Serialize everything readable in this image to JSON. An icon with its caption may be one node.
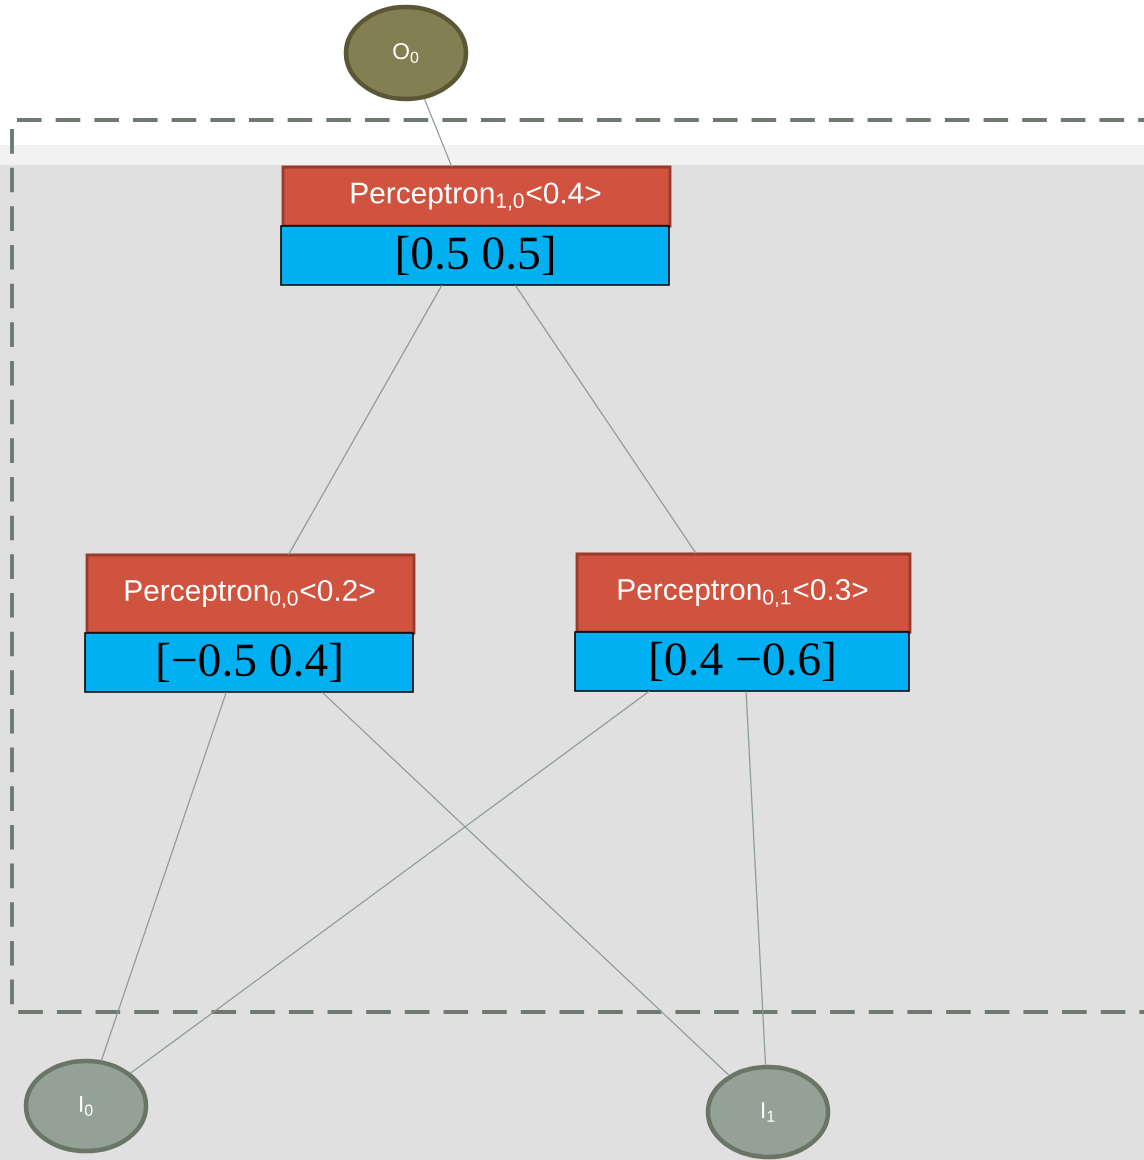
{
  "diagram": {
    "nodes": [
      {
        "text": [
          "O$_{0}$"
        ]
      },
      {
        "text": [
          "Perceptron$_{1,0}$<0.4>",
          "[0.5   0.5]"
        ]
      },
      {
        "text": [
          "Perceptron$_{0,0}$<0.2>",
          "[−0.5   0.4]"
        ]
      },
      {
        "text": [
          "Perceptron$_{0,1}$<0.3>",
          "[0.4   −0.6]"
        ]
      },
      {
        "text": [
          "I$_{0}$"
        ]
      },
      {
        "text": [
          "I$_{1}$"
        ]
      }
    ],
    "edges": [
      {
        "from": 0,
        "to": 1,
        "arrow": "none"
      },
      {
        "from": 1,
        "to": 2,
        "arrow": "none"
      },
      {
        "from": 1,
        "to": 3,
        "arrow": "none"
      },
      {
        "from": 2,
        "to": 4,
        "arrow": "none"
      },
      {
        "from": 2,
        "to": 5,
        "arrow": "none"
      },
      {
        "from": 3,
        "to": 4,
        "arrow": "none"
      },
      {
        "from": 3,
        "to": 5,
        "arrow": "none"
      }
    ]
  }
}
